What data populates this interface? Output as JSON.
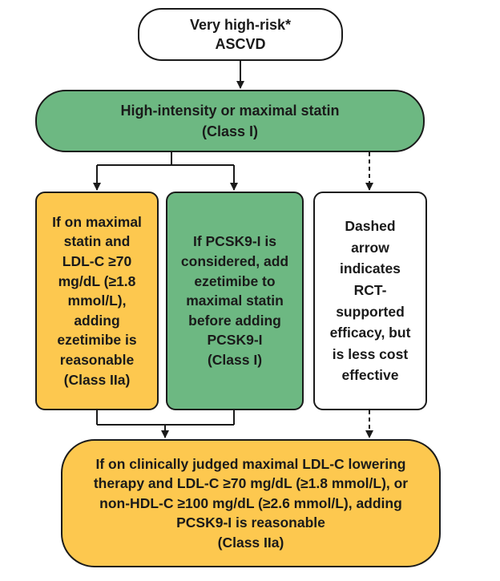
{
  "start": {
    "lines": [
      "Very high-risk*",
      "ASCVD"
    ]
  },
  "statin": {
    "lines": [
      "High-intensity or maximal statin",
      "(Class I)"
    ]
  },
  "left": {
    "lines": [
      "If on maximal",
      "statin and",
      "LDL-C ≥70",
      "mg/dL (≥1.8",
      "mmol/L),",
      "adding",
      "ezetimibe is",
      "reasonable",
      "(Class IIa)"
    ]
  },
  "middle": {
    "lines": [
      "If PCSK9-I is",
      "considered, add",
      "ezetimibe to",
      "maximal statin",
      "before adding",
      "PCSK9-I",
      "(Class I)"
    ]
  },
  "right": {
    "lines": [
      "Dashed",
      "arrow",
      "indicates",
      "RCT-",
      "supported",
      "efficacy, but",
      "is less cost",
      "effective"
    ]
  },
  "bottom": {
    "lines": [
      "If on clinically judged maximal LDL-C lowering",
      "therapy and LDL-C ≥70 mg/dL (≥1.8 mmol/L), or",
      "non-HDL-C ≥100 mg/dL (≥2.6 mmol/L), adding",
      "PCSK9-I is reasonable",
      "(Class IIa)"
    ]
  },
  "colors": {
    "green": "#6db882",
    "yellow": "#fdc84f",
    "outline": "#1a1a1a"
  }
}
